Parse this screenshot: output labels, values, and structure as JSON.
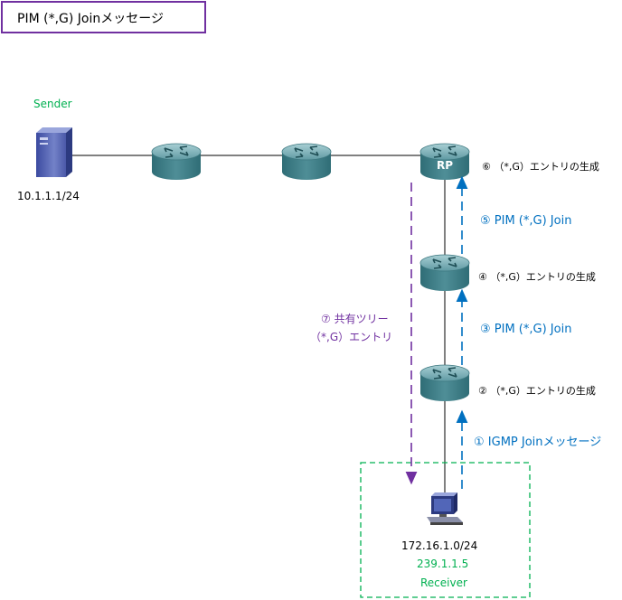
{
  "title": "PIM (*,G) Joinメッセージ",
  "sender": {
    "label": "Sender",
    "address": "10.1.1.1/24"
  },
  "routers": {
    "rp_label": "RP"
  },
  "steps": {
    "step6": "⑥ （*,G）エントリの生成",
    "step5": "⑤ PIM (*,G) Join",
    "step4": "④ （*,G）エントリの生成",
    "step3": "③ PIM (*,G) Join",
    "step2": "② （*,G）エントリの生成",
    "step1": "① IGMP Joinメッセージ",
    "step7_line1": "⑦ 共有ツリー",
    "step7_line2": "（*,G）エントリ"
  },
  "receiver": {
    "network": "172.16.1.0/24",
    "group": "239.1.1.5",
    "label": "Receiver"
  },
  "colors": {
    "join_arrow": "#0070C0",
    "tree_arrow": "#7030A0",
    "receiver_box": "#00B050",
    "title_border": "#7030A0"
  }
}
